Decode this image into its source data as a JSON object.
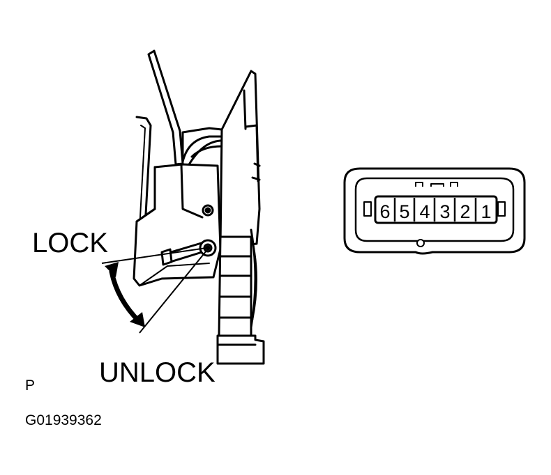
{
  "labels": {
    "lock": "LOCK",
    "unlock": "UNLOCK",
    "view_letter": "P",
    "figure_code": "G01939362"
  },
  "connector": {
    "pins": [
      "6",
      "5",
      "4",
      "3",
      "2",
      "1"
    ]
  },
  "colors": {
    "ink": "#000000",
    "paper": "#ffffff"
  }
}
